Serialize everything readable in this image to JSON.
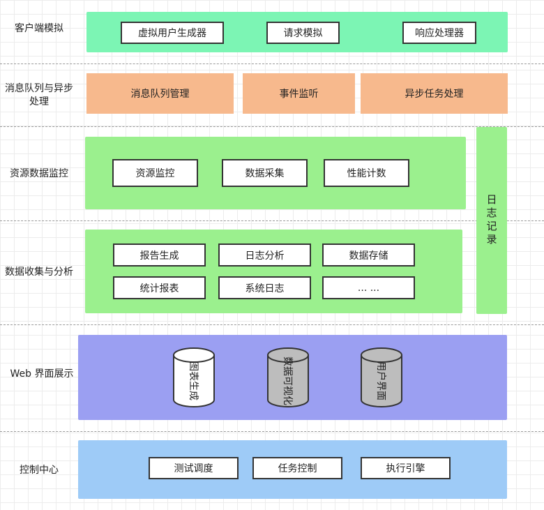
{
  "layers": {
    "client": {
      "label": "客户端模拟",
      "items": [
        "虚拟用户生成器",
        "请求模拟",
        "响应处理器"
      ]
    },
    "queue": {
      "label_line1": "消息队列与异步",
      "label_line2": "处理",
      "items": [
        "消息队列管理",
        "事件监听",
        "异步任务处理"
      ]
    },
    "monitor": {
      "label": "资源数据监控",
      "items": [
        "资源监控",
        "数据采集",
        "性能计数"
      ]
    },
    "analysis": {
      "label": "数据收集与分析",
      "items": [
        "报告生成",
        "日志分析",
        "数据存储",
        "统计报表",
        "系统日志",
        "... ..."
      ]
    },
    "web": {
      "label": "Web 界面展示",
      "items": [
        "图表生成",
        "数据可视化",
        "用户界面"
      ]
    },
    "control": {
      "label": "控制中心",
      "items": [
        "测试调度",
        "任务控制",
        "执行引擎"
      ]
    },
    "log": {
      "label": "日志记录"
    }
  },
  "colors": {
    "client_band": "#7cf5b4",
    "queue_box": "#f7b98d",
    "green_band": "#9bf08e",
    "web_band": "#9b9ff2",
    "control_band": "#9ecbf7",
    "white_cylinder": "#ffffff",
    "gray_cylinder": "#bdbdbd"
  }
}
